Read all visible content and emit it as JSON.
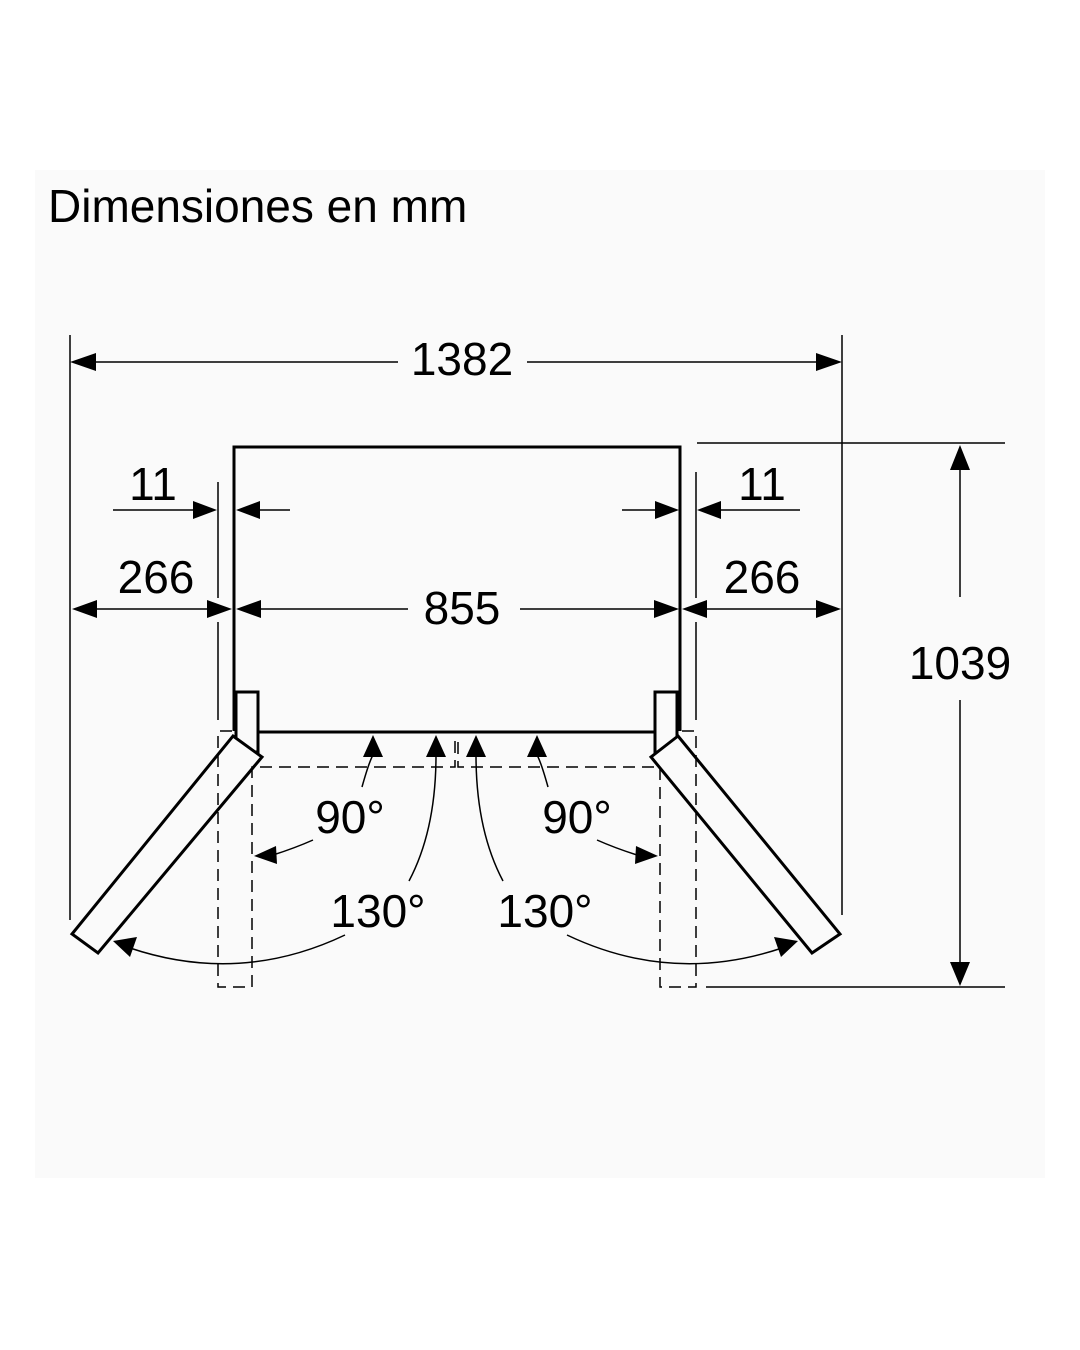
{
  "title": "Dimensiones en mm",
  "colors": {
    "line": "#000000",
    "panel_bg": "#fafafa",
    "page_bg": "#ffffff"
  },
  "dimensions": {
    "overall_width_open": "1382",
    "cabinet_width": "855",
    "left_clearance_open": "266",
    "right_clearance_open": "266",
    "left_gap": "11",
    "right_gap": "11",
    "overall_depth_open": "1039"
  },
  "angles": {
    "left_90": "90°",
    "right_90": "90°",
    "left_130": "130°",
    "right_130": "130°"
  }
}
